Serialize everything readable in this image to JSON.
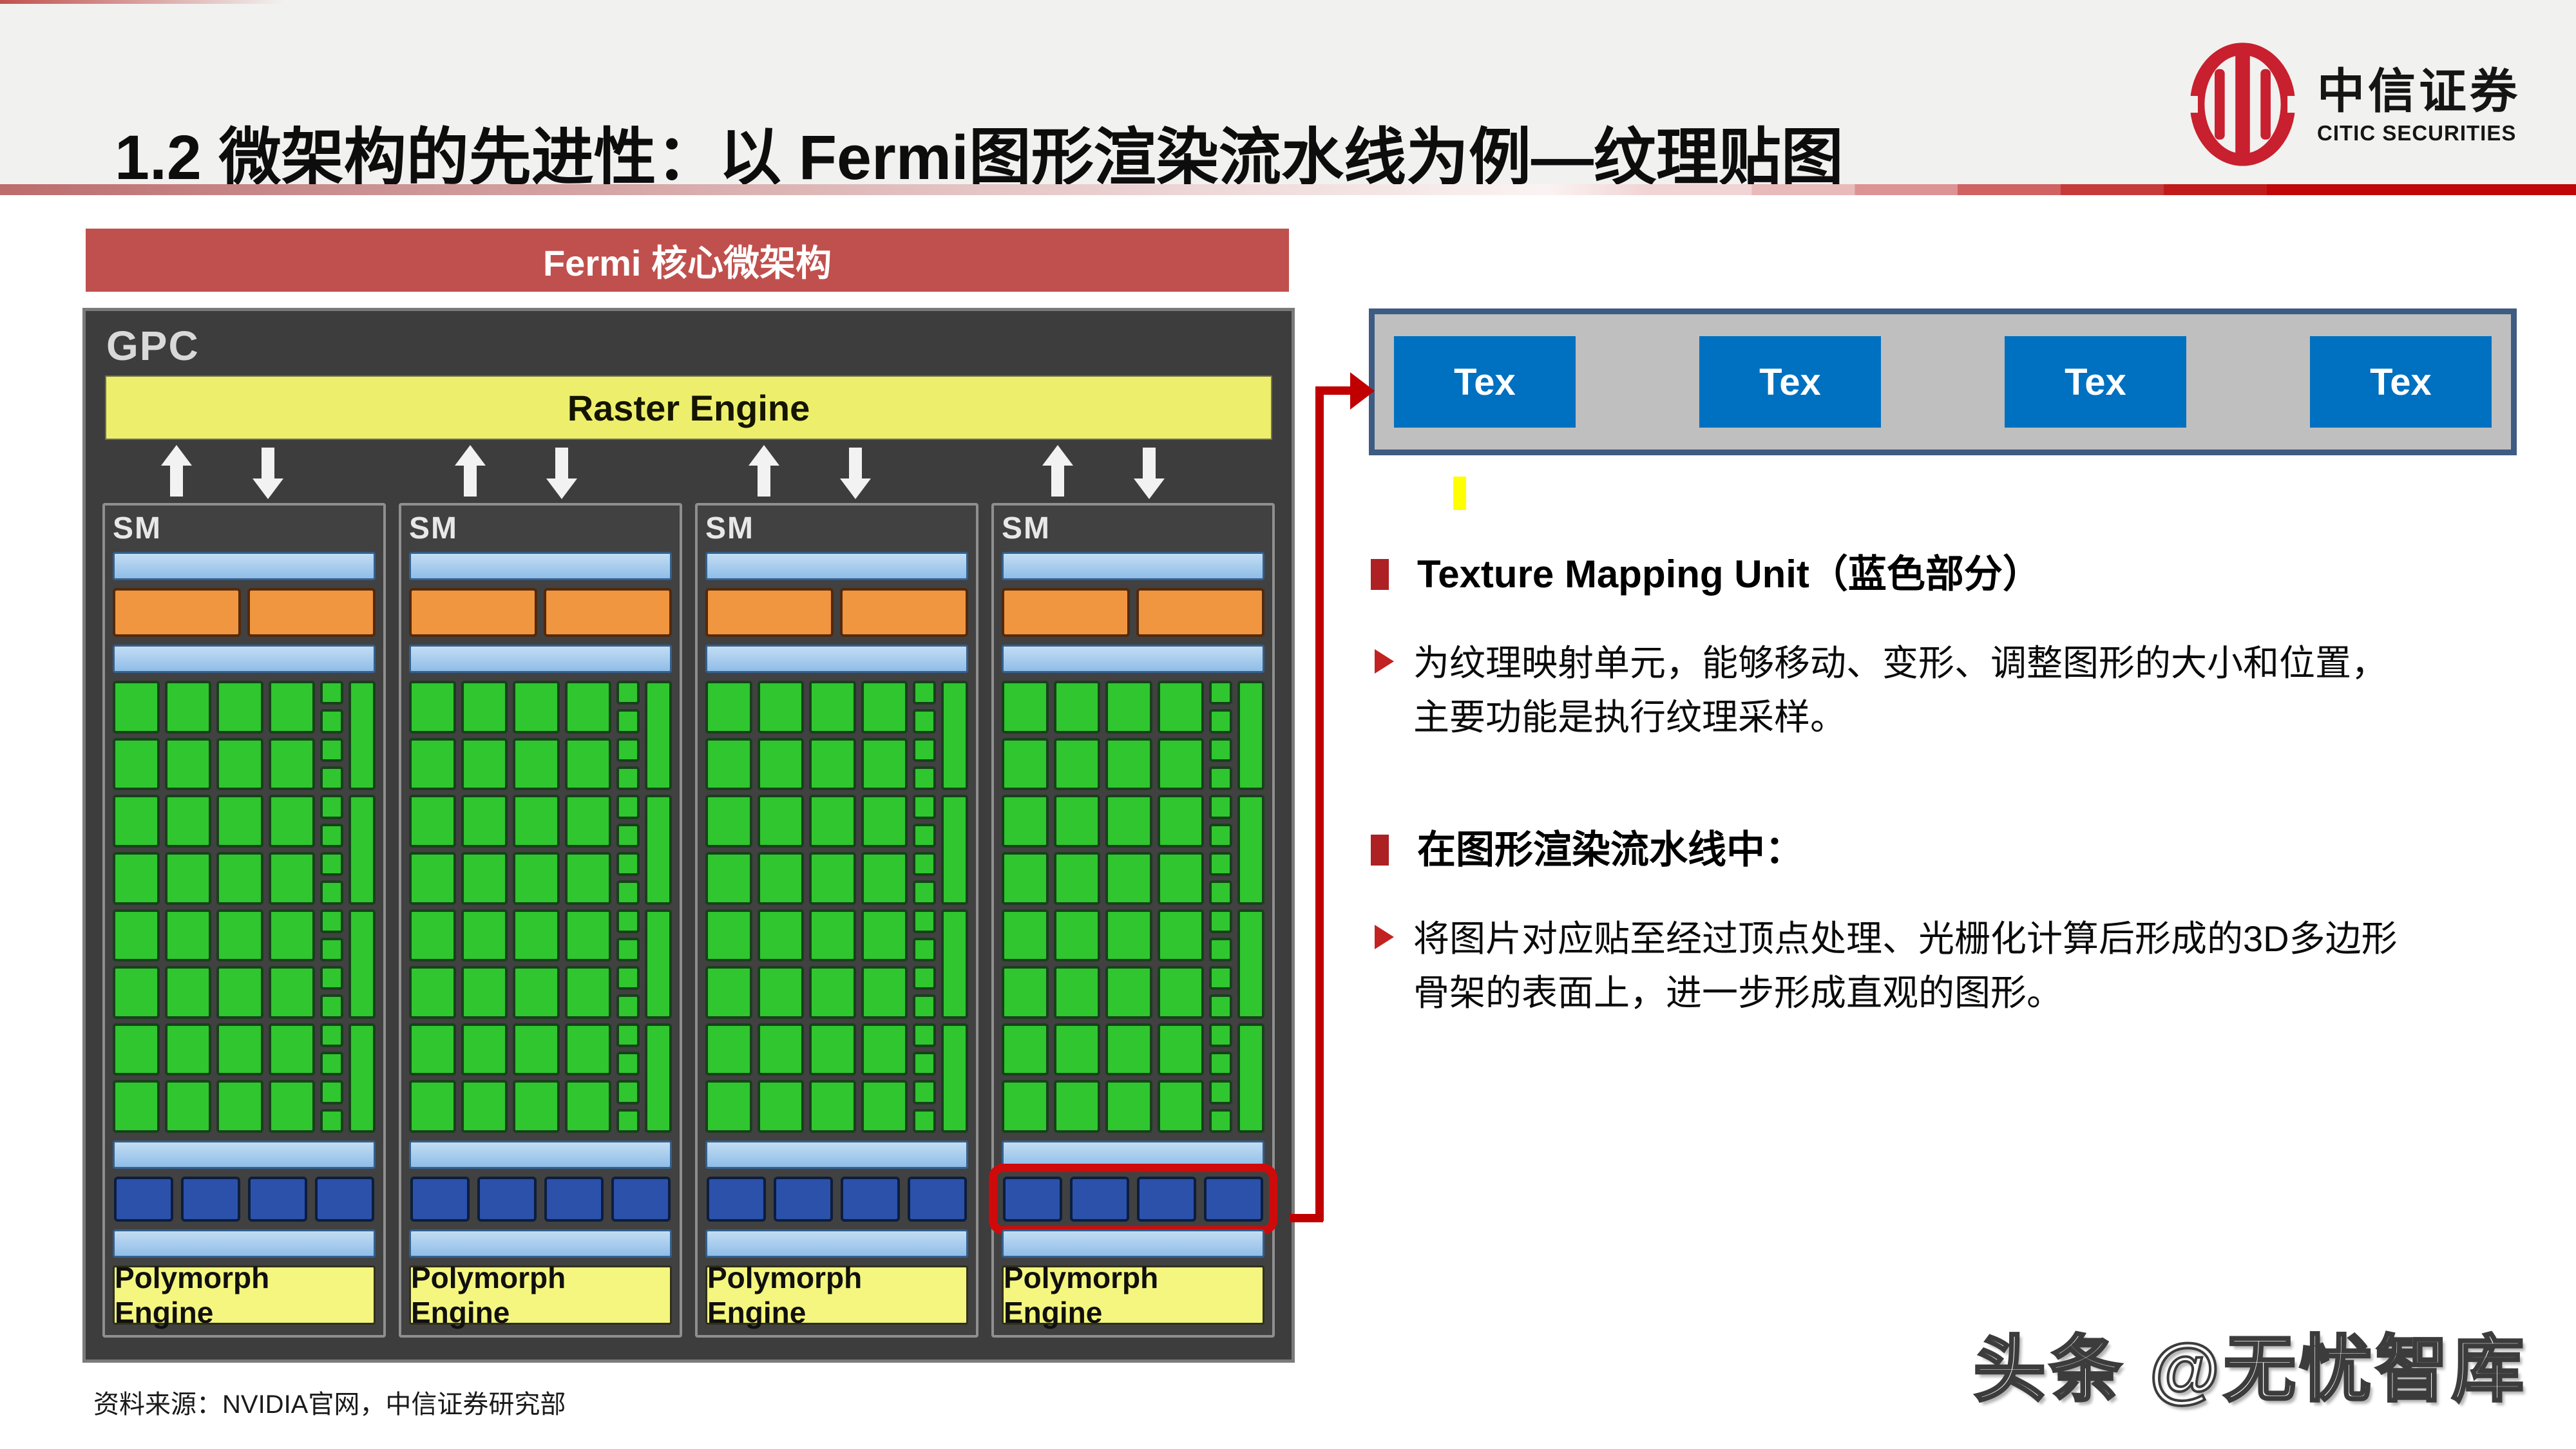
{
  "slide": {
    "title": "1.2 微架构的先进性：以 Fermi图形渲染流水线为例—纹理贴图",
    "source_note": "资料来源：NVIDIA官网，中信证券研究部",
    "watermark": "头条 @无忧智库"
  },
  "logo": {
    "cn": "中信证券",
    "en": "CITIC SECURITIES"
  },
  "diagram": {
    "banner": "Fermi 核心微架构",
    "gpc_label": "GPC",
    "raster_label": "Raster Engine",
    "polymorph_label": "Polymorph Engine",
    "sm_units": [
      {
        "label": "SM"
      },
      {
        "label": "SM"
      },
      {
        "label": "SM"
      },
      {
        "label": "SM",
        "tex_highlighted": true
      }
    ],
    "structure": {
      "core_cols": 4,
      "core_rows": 8,
      "ldst_cells": 16,
      "sfu_cells": 4,
      "tex_cells_per_sm": 4,
      "scheduler_blocks": 2
    }
  },
  "tex_panel": {
    "units": [
      "Tex",
      "Tex",
      "Tex",
      "Tex"
    ]
  },
  "bullets": [
    {
      "heading": "Texture Mapping Unit（蓝色部分）",
      "sub": "为纹理映射单元，能够移动、变形、调整图形的大小和位置，主要功能是执行纹理采样。"
    },
    {
      "heading": "在图形渲染流水线中：",
      "sub": "将图片对应贴至经过顶点处理、光栅化计算后形成的3D多边形骨架的表面上，进一步形成直观的图形。"
    }
  ],
  "colors": {
    "banner_red": "#c0504d",
    "highlight_red": "#c00000",
    "tex_blue": "#0070c0",
    "panel_gray": "#bfbfbf",
    "panel_border": "#3e5c82",
    "core_green": "#2fc62f",
    "scheduler_orange": "#f09540",
    "cache_blue": "#8fbde8",
    "texunit_blue": "#2c51ab",
    "engine_yellow": "#f4f67f",
    "gpc_dark": "#3d3d3d"
  }
}
